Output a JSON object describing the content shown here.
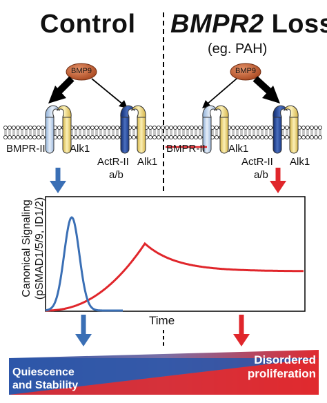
{
  "panels": {
    "left_title": "Control",
    "right_title_gene": "BMPR2",
    "right_title_rest": " Loss",
    "right_subtitle": "(eg. PAH)"
  },
  "ligand": "BMP9",
  "receptors": {
    "bmpr2": "BMPR-II",
    "alk1": "Alk1",
    "actr2_line1": "ActR-II",
    "actr2_line2": "a/b"
  },
  "plot": {
    "ylabel_line1": "Canonical Signaling",
    "ylabel_line2": "(pSMAD1/5/9, ID1/2)",
    "xlabel": "Time"
  },
  "outcomes": {
    "left_line1": "Quiescence",
    "left_line2": "and Stability",
    "right_line1": "Disordered",
    "right_line2": "proliferation"
  },
  "colors": {
    "control": "#3a6fb5",
    "loss": "#e0262b",
    "bmpr2_light": "#c9d9ee",
    "actr2_dark": "#1f3f8f",
    "alk1_yellow": "#f3df86",
    "bmp9": "#c9663a"
  }
}
